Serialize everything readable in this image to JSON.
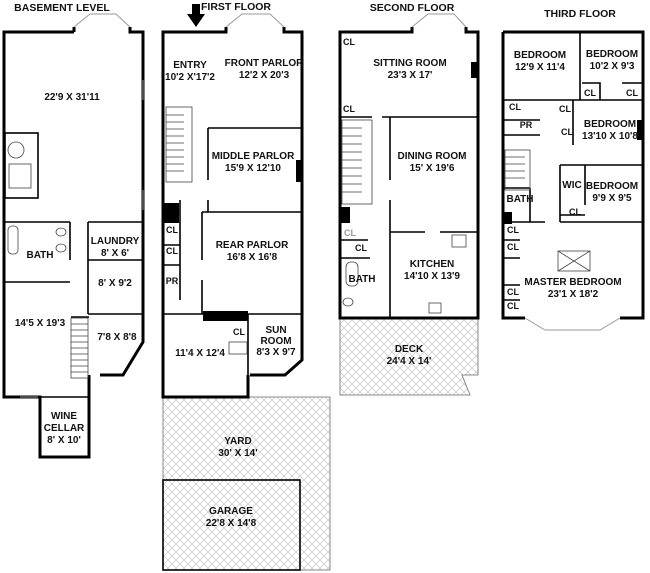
{
  "floors": {
    "basement": {
      "title": "BASEMENT LEVEL",
      "rooms": [
        {
          "name": "",
          "size": "22'9 X 31'11"
        },
        {
          "name": "BATH",
          "size": ""
        },
        {
          "name": "LAUNDRY",
          "size": "8' X 6'"
        },
        {
          "name": "",
          "size": "8' X 9'2"
        },
        {
          "name": "",
          "size": "14'5 X 19'3"
        },
        {
          "name": "",
          "size": "7'8 X 8'8"
        },
        {
          "name": "WINE",
          "name2": "CELLAR",
          "size": "8' X 10'"
        }
      ]
    },
    "first": {
      "title": "FIRST FLOOR",
      "rooms": [
        {
          "name": "ENTRY",
          "size": "10'2 X'17'2"
        },
        {
          "name": "FRONT PARLOR",
          "size": "12'2 X 20'3"
        },
        {
          "name": "MIDDLE PARLOR",
          "size": "15'9 X 12'10"
        },
        {
          "name": "REAR PARLOR",
          "size": "16'8 X 16'8"
        },
        {
          "name": "SUN",
          "name2": "ROOM",
          "size": "8'3 X 9'7"
        },
        {
          "name": "",
          "size": "11'4 X 12'4"
        },
        {
          "name": "YARD",
          "size": "30' X 14'"
        },
        {
          "name": "GARAGE",
          "size": "22'8 X 14'8"
        }
      ],
      "labels": [
        "CL",
        "CL",
        "PR",
        "CL"
      ]
    },
    "second": {
      "title": "SECOND FLOOR",
      "rooms": [
        {
          "name": "SITTING ROOM",
          "size": "23'3 X 17'"
        },
        {
          "name": "DINING ROOM",
          "size": "15' X 19'6"
        },
        {
          "name": "KITCHEN",
          "size": "14'10 X 13'9"
        },
        {
          "name": "BATH",
          "size": ""
        },
        {
          "name": "DECK",
          "size": "24'4 X 14'"
        }
      ],
      "labels": [
        "CL",
        "CL",
        "CL",
        "CL"
      ]
    },
    "third": {
      "title": "THIRD FLOOR",
      "rooms": [
        {
          "name": "BEDROOM",
          "size": "12'9 X 11'4"
        },
        {
          "name": "BEDROOM",
          "size": "10'2 X 9'3"
        },
        {
          "name": "BEDROOM",
          "size": "13'10 X 10'8"
        },
        {
          "name": "BEDROOM",
          "size": "9'9 X 9'5"
        },
        {
          "name": "MASTER BEDROOM",
          "size": "23'1 X 18'2"
        },
        {
          "name": "WIC",
          "size": ""
        },
        {
          "name": "BATH",
          "size": ""
        },
        {
          "name": "PR",
          "size": ""
        }
      ],
      "labels": [
        "CL",
        "CL",
        "CL",
        "CL",
        "CL",
        "CL",
        "CL",
        "CL",
        "CL",
        "CL"
      ]
    }
  }
}
